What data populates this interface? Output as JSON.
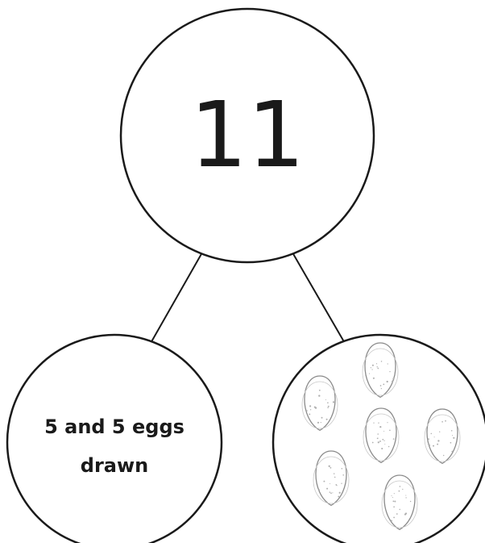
{
  "whole": {
    "value": "11"
  },
  "parts": [
    {
      "label_lines": [
        "5 and 5 eggs",
        "drawn"
      ]
    },
    {
      "illustration": "eggs",
      "egg_count": 6
    }
  ],
  "colors": {
    "line": "#1a1a1a",
    "fill": "#ffffff",
    "egg_outline": "#8a8a8a"
  },
  "icons": {
    "egg": "egg-icon"
  }
}
